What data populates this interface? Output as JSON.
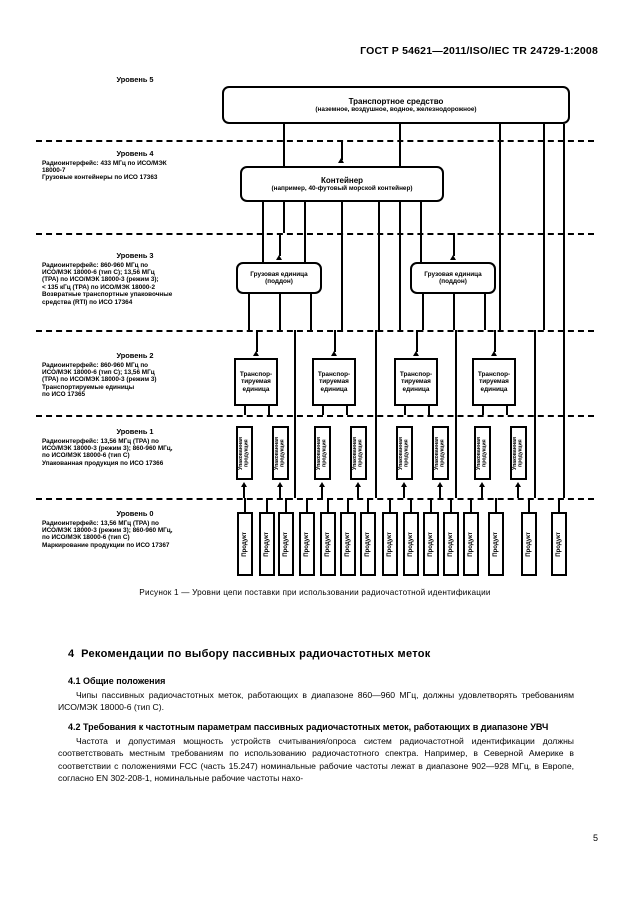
{
  "header": {
    "standard_ref": "ГОСТ Р 54621—2011/ISO/IEC TR 24729-1:2008"
  },
  "figure": {
    "caption": "Рисунок 1 — Уровни цепи поставки при использовании радиочастотной идентификации",
    "levels": [
      {
        "id": "level-5",
        "title": "Уровень 5",
        "lines": []
      },
      {
        "id": "level-4",
        "title": "Уровень 4",
        "lines": [
          "Радиоинтерфейс: 433 МГц по ИСО/МЭК",
          "18000-7",
          "Грузовые контейнеры по ИСО 17363"
        ]
      },
      {
        "id": "level-3",
        "title": "Уровень 3",
        "lines": [
          "Радиоинтерфейс: 860-960 МГц по",
          "ИСО/МЭК 18000-6 (тип С); 13,56 МГц",
          "(ТРА) по ИСО/МЭК 18000-3 (режим 3);",
          "< 135 кГц (ТРА) по ИСО/МЭК 18000-2",
          "Возвратные транспортные упаковочные",
          "средства (RTI) по ИСО 17364"
        ]
      },
      {
        "id": "level-2",
        "title": "Уровень 2",
        "lines": [
          "Радиоинтерфейс: 860-960 МГц по",
          "ИСО/МЭК 18000-6 (тип С); 13,56 МГц",
          "(ТРА) по ИСО/МЭК 18000-3 (режим 3)",
          "Транспортируемые единицы",
          "по ИСО 17365"
        ]
      },
      {
        "id": "level-1",
        "title": "Уровень 1",
        "lines": [
          "Радиоинтерфейс: 13,56 МГц (ТРА) по",
          "ИСО/МЭК 18000-3 (режим 3); 860-960 МГц,",
          "по ИСО/МЭК 18000-6 (тип С)",
          "Упакованная продукция по ИСО 17366"
        ]
      },
      {
        "id": "level-0",
        "title": "Уровень 0",
        "lines": [
          "Радиоинтерфейс: 13,56 МГц (ТРА) по",
          "ИСО/МЭК 18000-3 (режим 3); 860-960 МГц,",
          "по ИСО/МЭК 18000-6 (тип С)",
          "Маркирование продукции по ИСО 17367"
        ]
      }
    ],
    "nodes": {
      "vehicle": {
        "title": "Транспортное средство",
        "subtitle": "(наземное, воздушное, водное, железнодорожное)"
      },
      "container": {
        "title": "Контейнер",
        "subtitle": "(например, 40-футовый морской контейнер)"
      },
      "load_unit": {
        "title": "Грузовая единица",
        "subtitle": "(поддон)",
        "count": 2
      },
      "transport_unit": {
        "label": "Транспор-\nтируемая\nединица",
        "count": 4
      },
      "packaged_goods": {
        "label": "Упакованная\nпродукция",
        "count": 8
      },
      "product": {
        "label": "Продукт",
        "count": 15
      }
    }
  },
  "body": {
    "section_number": "4",
    "section_title": "Рекомендации по выбору пассивных радиочастотных меток",
    "sub1_title": "4.1 Общие положения",
    "sub1_para": "Чипы пассивных радиочастотных меток, работающих в диапазоне 860—960 МГц, должны удовлетворять требованиям ИСО/МЭК 18000-6 (тип С).",
    "sub2_title": "4.2 Требования к частотным параметрам пассивных радиочастотных меток, работающих в диапазоне УВЧ",
    "sub2_para": "Частота и допустимая мощность устройств считывания/опроса систем радиочастотной идентификации должны соответствовать местным требованиям по использованию радиочастотного спектра. Например, в Северной Америке в соответствии с положениями FCC (часть 15.247) номинальные рабочие частоты лежат в диапазоне 902—928 МГц, в Европе, согласно EN 302-208-1, номинальные рабочие частоты нахо-"
  },
  "page_number": "5"
}
